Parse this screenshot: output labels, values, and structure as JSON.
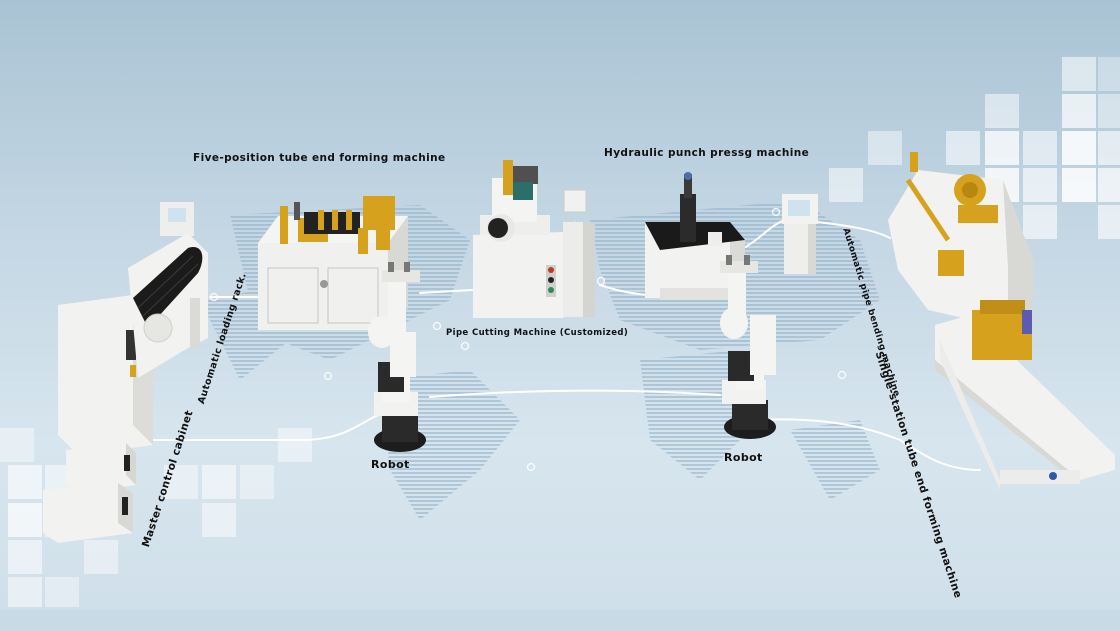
{
  "labels": {
    "five_position": "Five-position tube end forming machine",
    "hydraulic_punch": "Hydraulic punch pressg machine",
    "pipe_cutting": "Pipe Cutting Machine (Customized)",
    "robot_left": "Robot",
    "robot_right": "Robot",
    "master_control": "Master control cabinet",
    "auto_loading": "Automatic loading rack.",
    "auto_bending": "Automatic pipe bending machine",
    "single_station": "Single-station tube end forming machine"
  },
  "colors": {
    "background_top": "#a9c3d4",
    "background_bottom": "#d7e5ee",
    "machine_white": "#f2f2f0",
    "accent_gold": "#d6a21e",
    "robot_dark": "#1d1d1d"
  }
}
